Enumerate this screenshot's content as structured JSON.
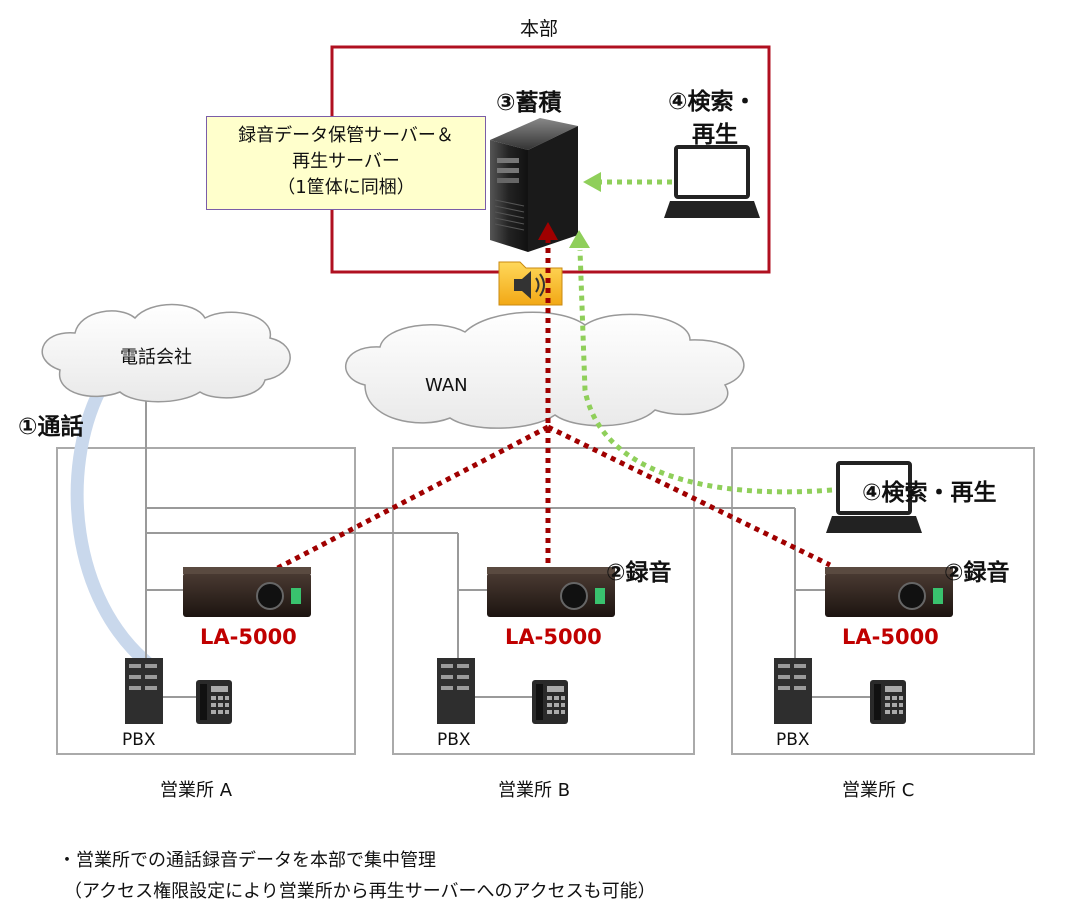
{
  "headquarters": {
    "title": "本部"
  },
  "steps": {
    "call": "①通話",
    "record": "②録音",
    "store": "③蓄積",
    "search_play": "④検索・再生",
    "search_play_line1": "④検索・",
    "search_play_line2": "再生"
  },
  "storage_label": {
    "line1": "録音データ保管サーバー＆",
    "line2": "再生サーバー",
    "line3": "（1筐体に同梱）"
  },
  "clouds": {
    "carrier": "電話会社",
    "wan": "WAN"
  },
  "device": {
    "model": "LA-5000"
  },
  "pbx_label": "PBX",
  "offices": [
    "営業所 A",
    "営業所 B",
    "営業所 C"
  ],
  "notes": {
    "line1": "・営業所での通話録音データを本部で集中管理",
    "line2": "（アクセス権限設定により営業所から再生サーバーへのアクセスも可能）"
  },
  "colors": {
    "hq_border": "#b01020",
    "record_flow": "#a00000",
    "access_flow": "#8fcf5a",
    "model_text": "#c00000"
  }
}
